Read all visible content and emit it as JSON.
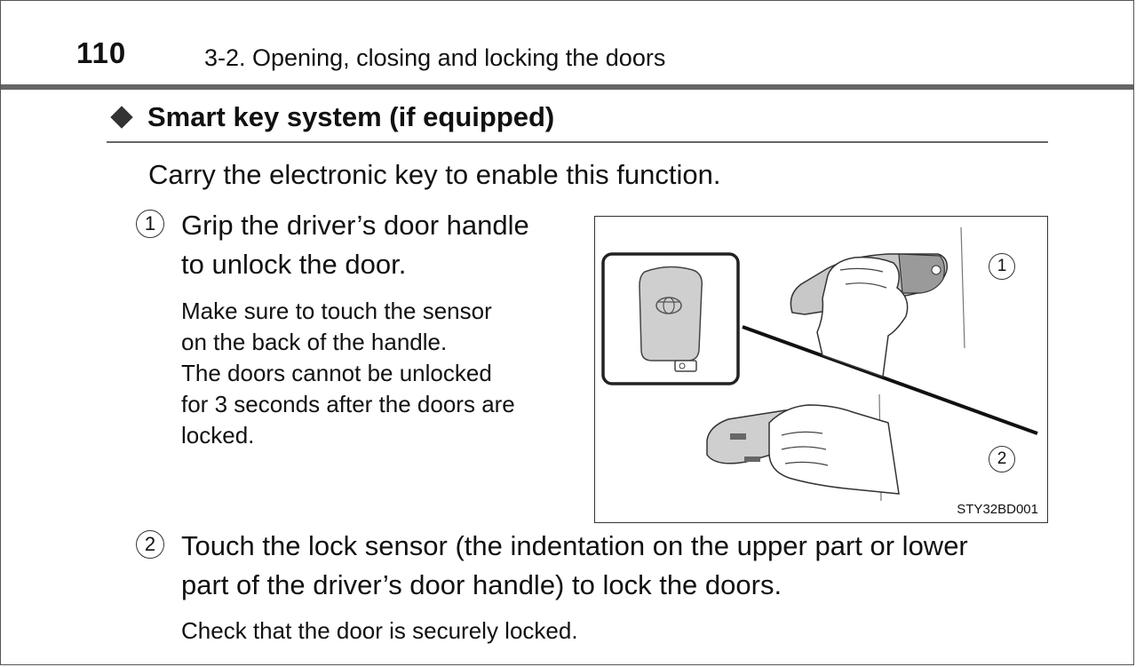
{
  "header": {
    "page_number": "110",
    "section": "3-2. Opening, closing and locking the doors"
  },
  "section": {
    "title": "Smart key system (if equipped)",
    "intro": "Carry the electronic key to enable this function."
  },
  "steps": [
    {
      "number": "1",
      "text_lines": [
        "Grip the driver’s door handle",
        "to unlock the door."
      ],
      "notes": [
        "Make sure to touch the sensor",
        "on the back of the handle.",
        "The doors cannot be unlocked",
        "for 3 seconds after the doors are",
        "locked."
      ]
    },
    {
      "number": "2",
      "text_lines": [
        "Touch the lock sensor (the indentation on the upper part or lower",
        "part of the driver’s door handle) to lock the doors."
      ],
      "notes": [
        "Check that the door is securely locked."
      ]
    }
  ],
  "figure": {
    "code": "STY32BD001",
    "callouts": [
      "1",
      "2"
    ],
    "icons": [
      "smart-key-fob-icon",
      "door-handle-icon",
      "hand-icon"
    ]
  }
}
